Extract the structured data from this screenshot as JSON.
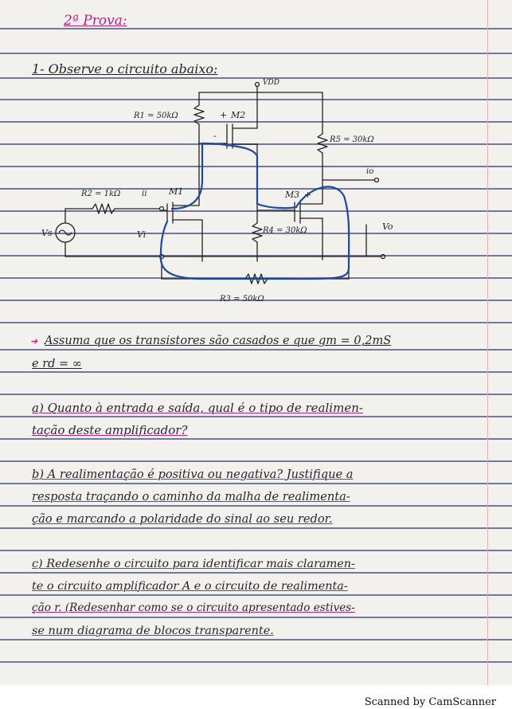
{
  "page": {
    "title": "2ª Prova:",
    "q1_heading": "1- Observe o circuito abaixo:",
    "assumption_line1": "Assuma que os transistores são casados e que gm = 0,2mS",
    "assumption_line2": "e rd = ∞",
    "question_a": [
      "a) Quanto à entrada e saída, qual é o tipo de realimen-",
      "tação deste amplificador?"
    ],
    "question_b": [
      "b) A realimentação é positiva ou negativa? Justifique a",
      "resposta traçando o caminho da malha de realimenta-",
      "ção e marcando a polaridade do sinal ao seu redor."
    ],
    "question_c": [
      "c) Redesenhe o circuito para identificar mais claramen-",
      "te o circuito amplificador A e o circuito de realimenta-",
      "ção r. (Redesenhar como se o circuito apresentado estives-",
      "se num diagrama de blocos transparente."
    ]
  },
  "circuit": {
    "vdd_label": "VDD",
    "r1_label": "R1 = 50kΩ",
    "r2_label": "R2 = 1kΩ",
    "r3_label": "R3 = 50kΩ",
    "r4_label": "R4 = 30kΩ",
    "r5_label": "R5 = 30kΩ",
    "m1_label": "M1",
    "m2_label": "M2",
    "m3_label": "M3",
    "m2_polarity_plus": "+",
    "m2_polarity_minus": "-",
    "m3_polarity_plus": "+",
    "vs_label": "Vs",
    "vi_label": "Vi",
    "ii_label": "ii",
    "io_label": "io",
    "vo_label": "Vo",
    "feedback_color": "#1c49a6"
  },
  "footer": {
    "scanner": "Scanned by CamScanner"
  }
}
